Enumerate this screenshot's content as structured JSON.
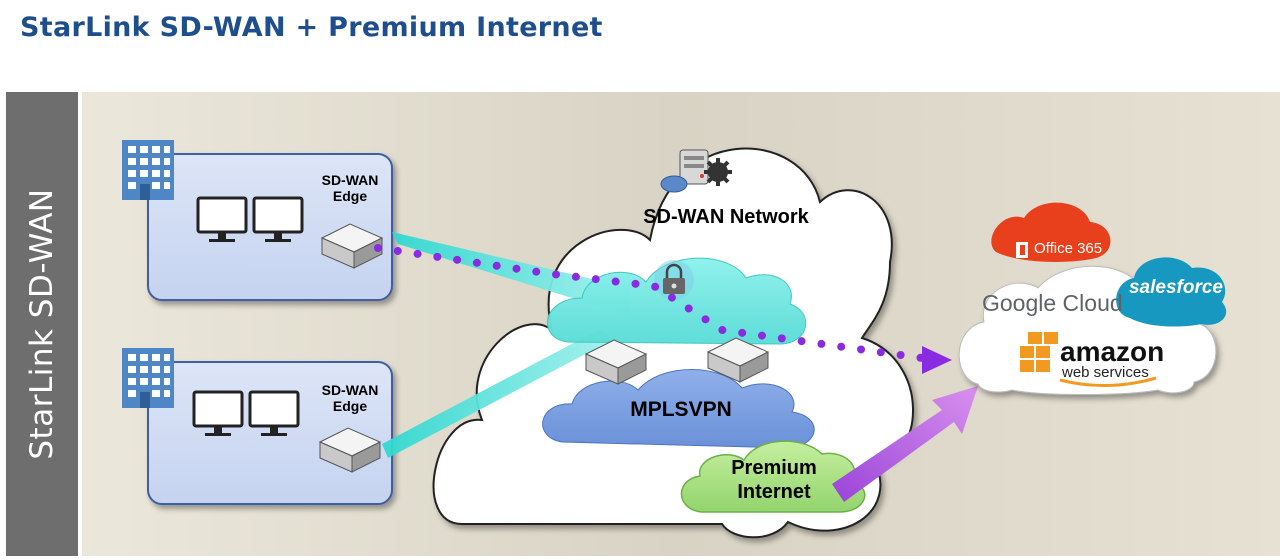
{
  "title": "StarLink SD-WAN + Premium Internet",
  "side_label": "StarLink SD-WAN",
  "branches": [
    {
      "edge_label_line1": "SD-WAN",
      "edge_label_line2": "Edge"
    },
    {
      "edge_label_line1": "SD-WAN",
      "edge_label_line2": "Edge"
    }
  ],
  "clouds": {
    "sdwan_network": "SD-WAN Network",
    "mpls": "MPLSVPN",
    "premium_internet_line1": "Premium",
    "premium_internet_line2": "Internet"
  },
  "saas": {
    "office365": "Office 365",
    "google_cloud": "Google Cloud",
    "salesforce": "salesforce",
    "amazon_line1": "amazon",
    "amazon_line2": "web services"
  },
  "colors": {
    "title": "#1f4e8c",
    "side_band": "#6e6e6e",
    "tunnel": "#40e0d0",
    "dotted_path": "#8a2be2",
    "internet_arrow": "#c070e0",
    "mpls_cloud": "#7aa0e0",
    "overlay_cloud": "#70e8e0",
    "internet_cloud": "#a8e08a",
    "office365": "#e8401c",
    "salesforce": "#1798c1",
    "amazon_orange": "#f29a1f"
  }
}
